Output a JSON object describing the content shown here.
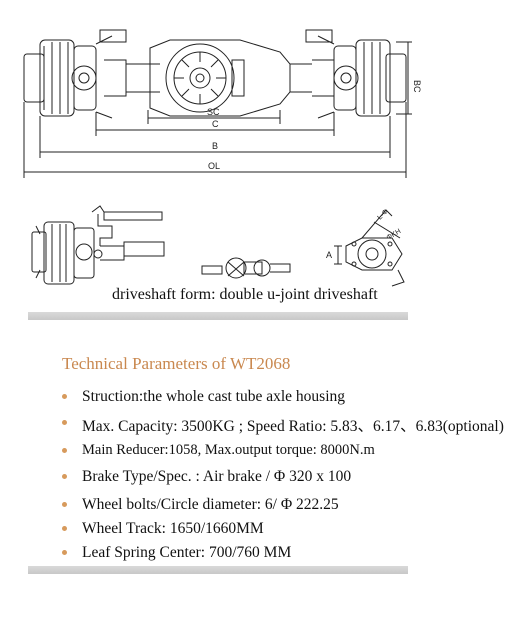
{
  "dimension_labels": {
    "sc": "SC",
    "c": "C",
    "b": "B",
    "ol": "OL",
    "bc": "BC",
    "a": "A",
    "l_phi": "L-Φ",
    "phi_kh": "ΦKH"
  },
  "caption": "driveshaft form: double u-joint driveshaft",
  "section_title": "Technical Parameters of WT2068",
  "parameters": [
    "Struction:the whole cast tube axle housing",
    "Max. Capacity: 3500KG ; Speed Ratio: 5.83、6.17、6.83(optional)",
    "Main Reducer:1058, Max.output torque: 8000N.m",
    "Brake Type/Spec. : Air brake / Φ 320 x 100",
    "Wheel bolts/Circle diameter: 6/ Φ 222.25",
    "Wheel Track: 1650/1660MM",
    "Leaf Spring Center: 700/760 MM"
  ],
  "colors": {
    "title": "#c9884f",
    "bullet": "#d79a5c",
    "rule": "#cccccc",
    "line": "#222222"
  }
}
